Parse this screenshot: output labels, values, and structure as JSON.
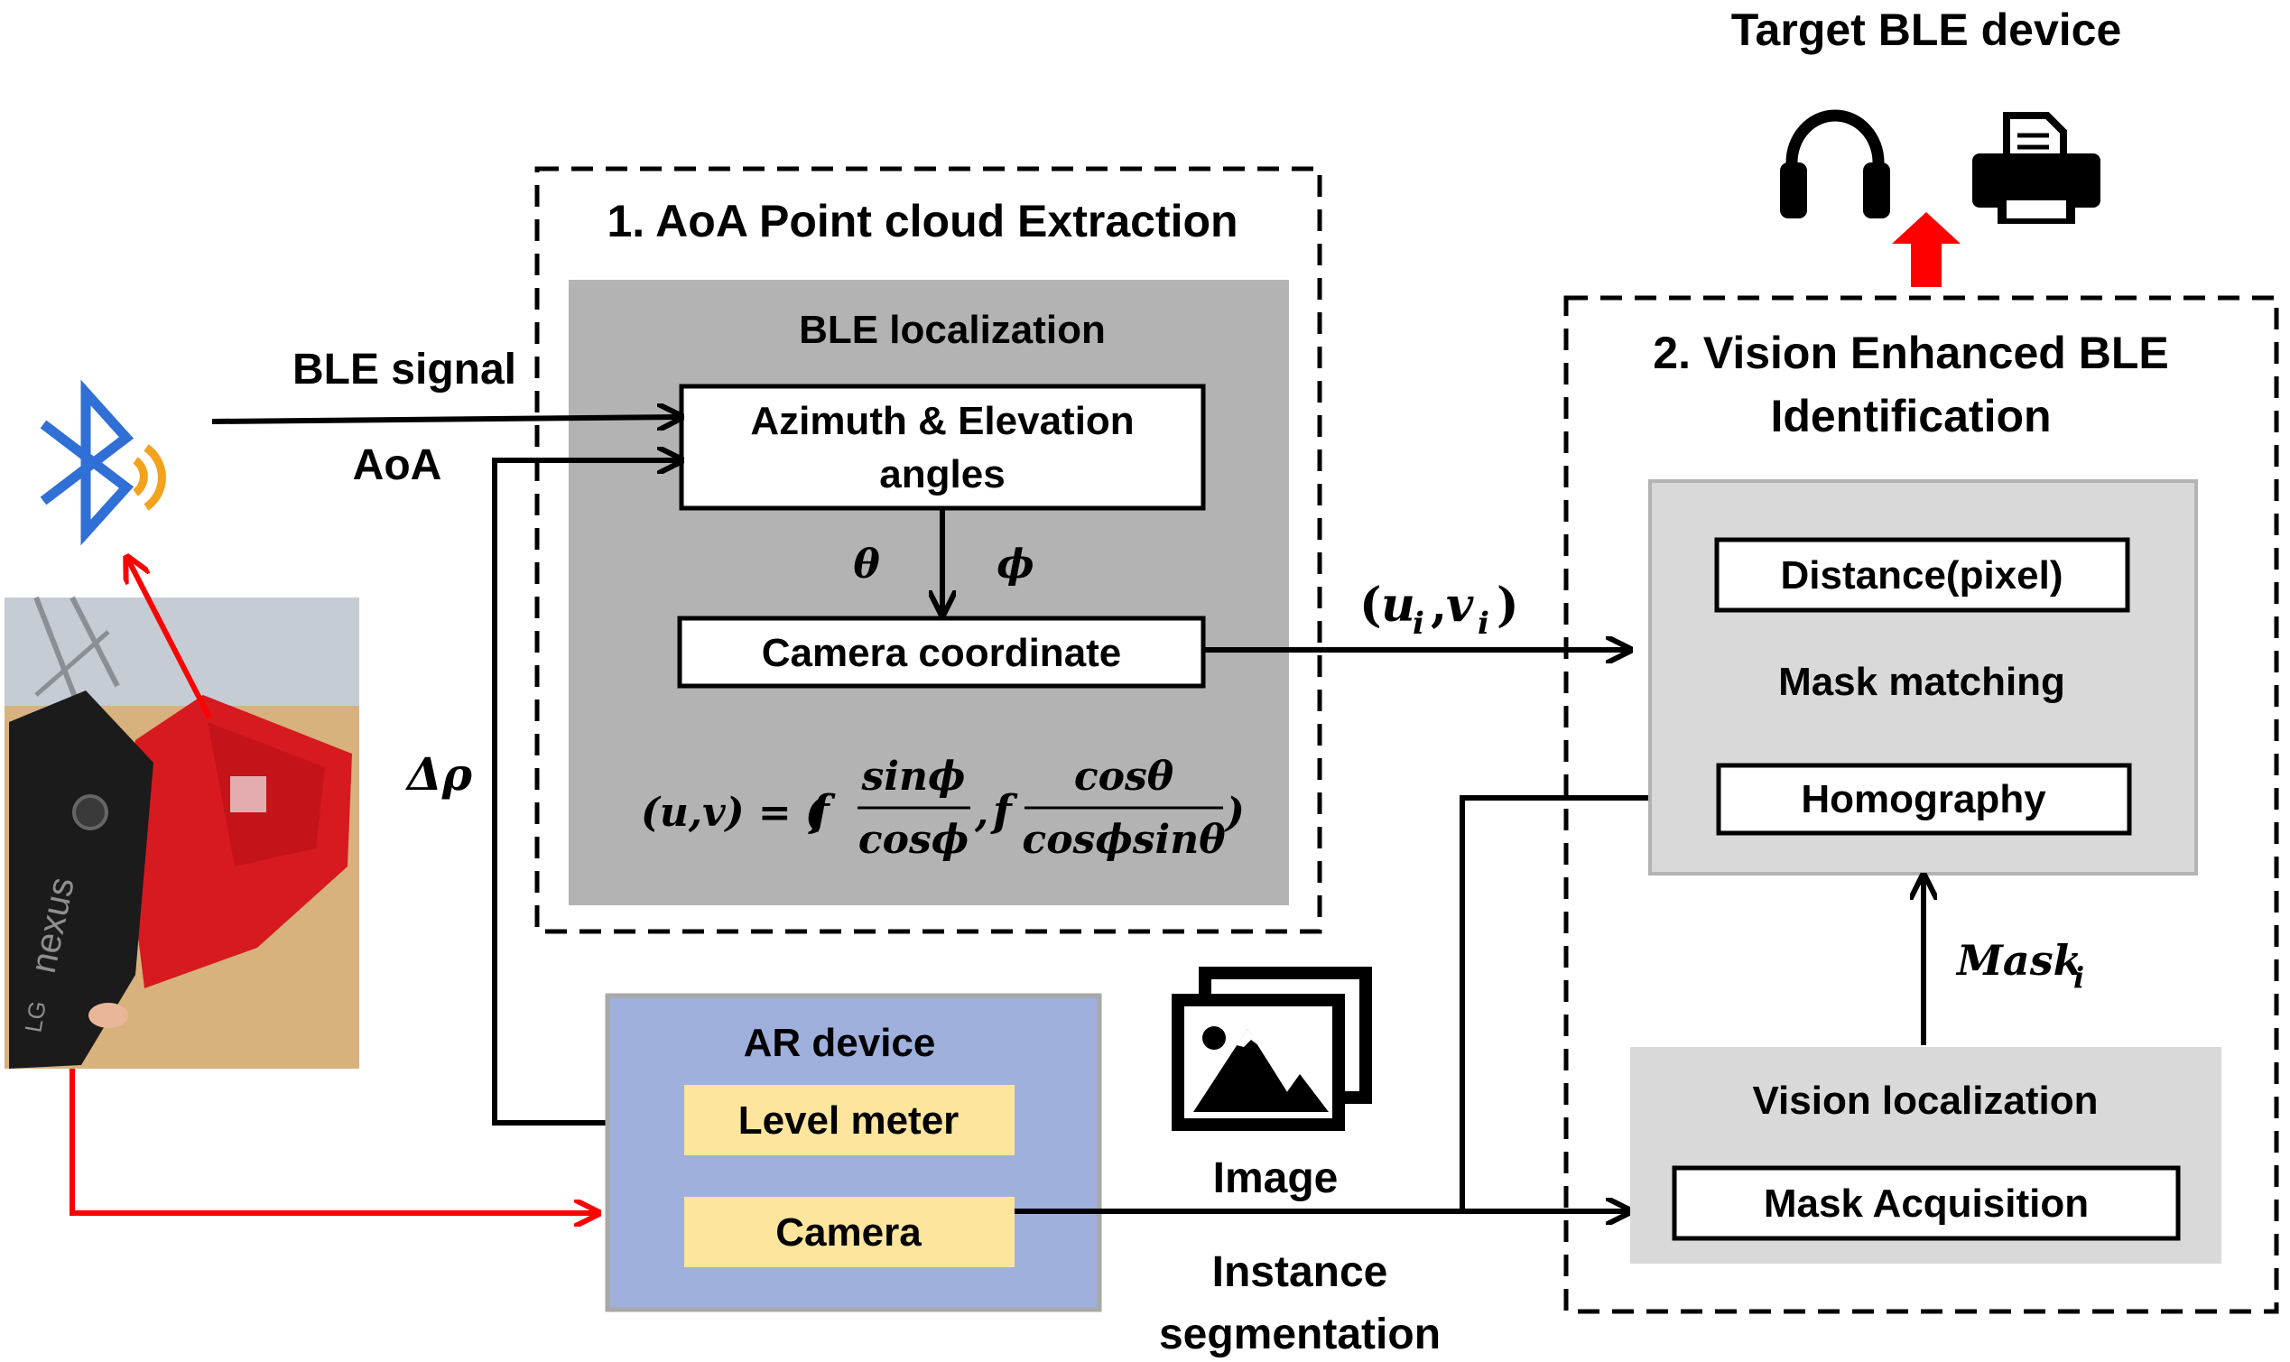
{
  "target": {
    "title": "Target BLE device",
    "icons": [
      "headphones-icon",
      "printer-icon"
    ]
  },
  "left": {
    "bluetooth_icon": "bluetooth-icon",
    "photo_text": "nexus",
    "photo_brand": "LG",
    "ble_signal": "BLE signal",
    "aoa": "AoA",
    "delta_rho": "Δρ"
  },
  "module1": {
    "title": "1. AoA Point cloud Extraction",
    "ble_localization": "BLE localization",
    "az_el_line1": "Azimuth & Elevation",
    "az_el_line2": "angles",
    "theta": "θ",
    "phi": "ϕ",
    "camera_coordinate": "Camera coordinate",
    "formula": {
      "lhs": "(u,v) = (",
      "f1": "f",
      "num1": "sinϕ",
      "den1": "cosϕ",
      "comma": ",",
      "f2": "f",
      "num2": "cosθ",
      "den2": "cosϕsinθ",
      "close": ")"
    }
  },
  "uv_label": {
    "open": "(",
    "u": "u",
    "ui": "i",
    "comma": ",",
    "v": "v",
    "vi": "i",
    "close": ")"
  },
  "ar_device": {
    "title": "AR device",
    "level_meter": "Level meter",
    "camera": "Camera",
    "bg_color": "#9fb0dc",
    "box_color": "#fde59d"
  },
  "image_block": {
    "icon": "images-icon",
    "image_label": "Image",
    "seg_line1": "Instance",
    "seg_line2": "segmentation"
  },
  "module2": {
    "title_line1": "2. Vision Enhanced BLE",
    "title_line2": "Identification",
    "distance": "Distance(pixel)",
    "mask_matching": "Mask matching",
    "homography": "Homography",
    "mask_label": "Mask",
    "mask_sub": "i",
    "vision_localization": "Vision localization",
    "mask_acquisition": "Mask Acquisition"
  },
  "colors": {
    "gray_dark": "#b3b3b3",
    "gray_light": "#d9d9d9",
    "red": "#ff0000",
    "bluetooth": "#2f6fd6",
    "signal": "#f3a21b"
  }
}
